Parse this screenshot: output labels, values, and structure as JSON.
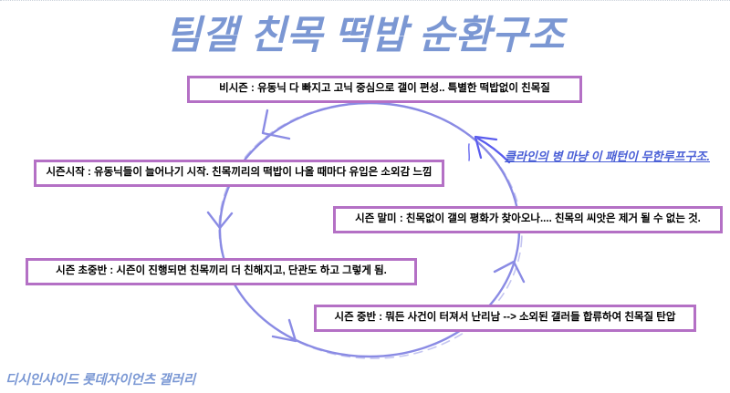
{
  "page": {
    "title": "팀갤 친목 떡밥 순환구조",
    "footer": "디시인사이드 롯데자이언츠 갤러리"
  },
  "cycle": {
    "direction": "counterclockwise",
    "annotation": "클라인의 병 마냥 이 패턴이 무한루프구조.",
    "stages": [
      {
        "name": "offseason",
        "label": "비시즌 : 유동닉 다 빠지고 고닉 중심으로 갤이 편성.. 특별한 떡밥없이 친목질"
      },
      {
        "name": "season-start",
        "label": "시즌시작 : 유동닉들이 늘어나기 시작. 친목끼리의 떡밥이 나올 때마다 유입은 소외감 느낌"
      },
      {
        "name": "season-end",
        "label": "시즌 말미 : 친목없이 갤의 평화가 찾아오나.... 친목의 씨앗은 제거 될 수 없는 것."
      },
      {
        "name": "season-early-mid",
        "label": "시즌 초중반 : 시즌이 진행되면 친목끼리 더 친해지고, 단관도 하고 그렇게 됨."
      },
      {
        "name": "season-mid",
        "label": "시즌 중반 : 뭐든 사건이 터져서 난리남 --> 소외된 갤러들 합류하여 친목질 탄압"
      }
    ]
  },
  "colors": {
    "background": "#ffffff",
    "title_text": "#7b97d3",
    "box_border": "#b470c5",
    "box_text": "#000000",
    "cycle_line": "#8a8be4",
    "annotation_text": "#4a5fd6",
    "annotation_arrow": "#5a5cee",
    "footer_text": "#7b98d4"
  }
}
